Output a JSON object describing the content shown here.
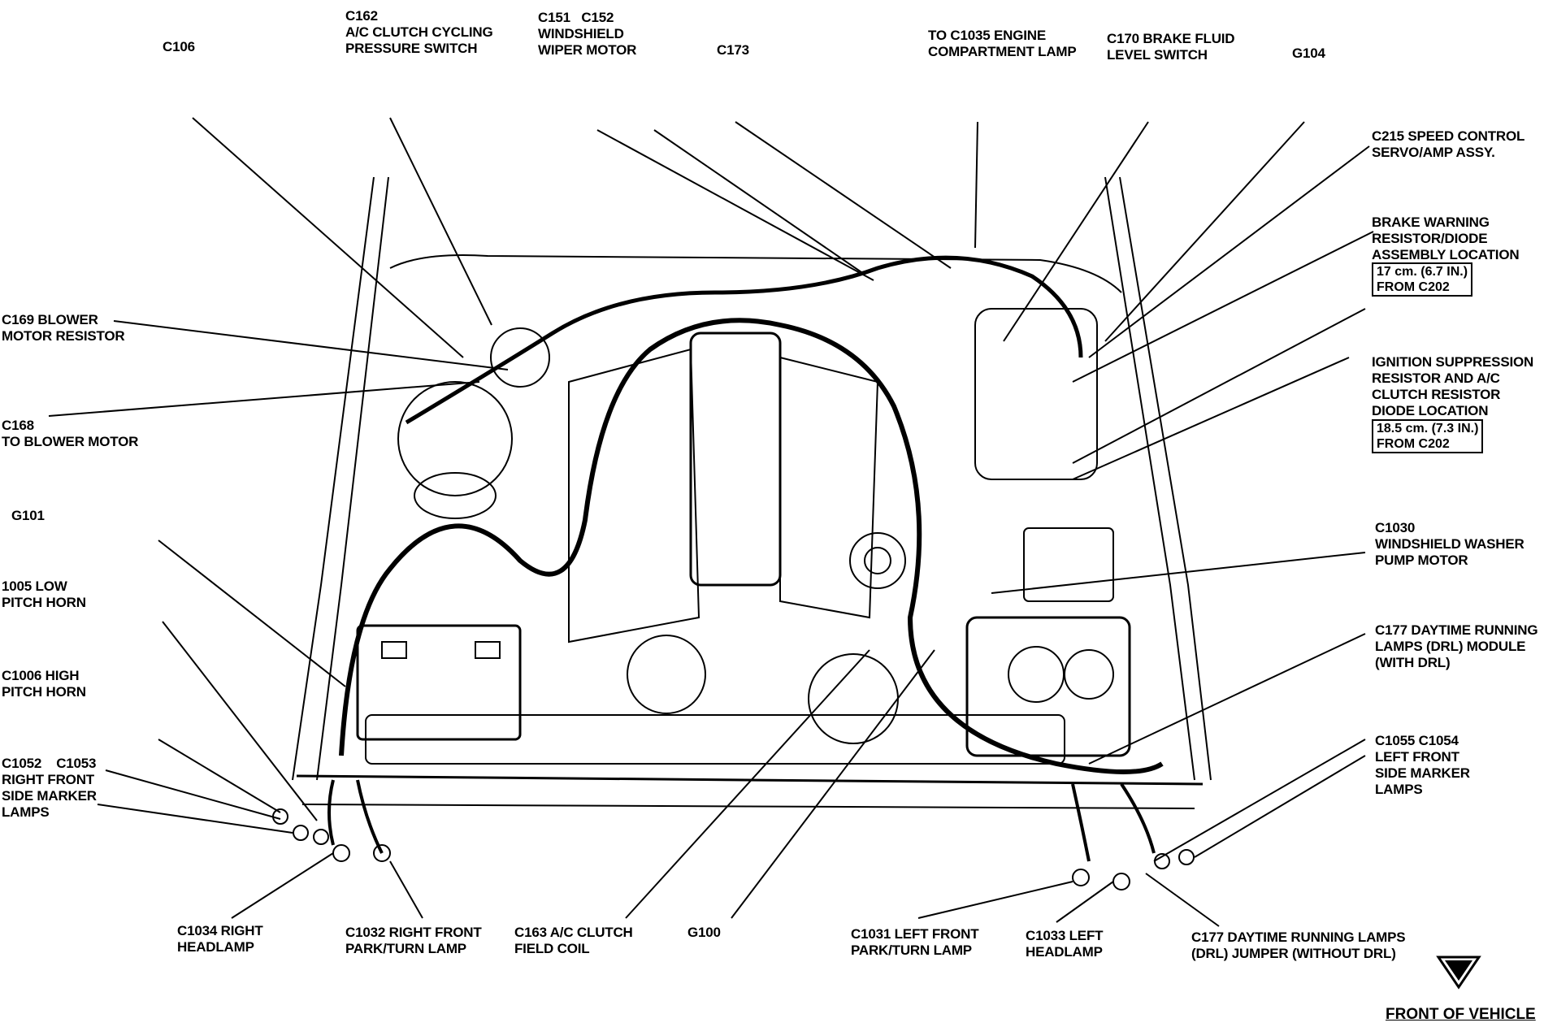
{
  "labels": {
    "c106": "C106",
    "c162": "C162\nA/C CLUTCH CYCLING\nPRESSURE SWITCH",
    "c151": "C151   C152\nWINDSHIELD\nWIPER MOTOR",
    "c173": "C173",
    "c1035": "TO C1035 ENGINE\nCOMPARTMENT LAMP",
    "c170": "C170 BRAKE FLUID\nLEVEL SWITCH",
    "g104": "G104",
    "c215": "C215 SPEED CONTROL\nSERVO/AMP ASSY.",
    "brake_warning": "BRAKE WARNING\nRESISTOR/DIODE\nASSEMBLY LOCATION",
    "brake_warning_box": "17 cm. (6.7 IN.)\nFROM C202",
    "ignition": "IGNITION SUPPRESSION\nRESISTOR AND A/C\nCLUTCH RESISTOR\nDIODE LOCATION",
    "ignition_box": "18.5 cm. (7.3 IN.)\nFROM C202",
    "c169": "C169 BLOWER\nMOTOR RESISTOR",
    "c168": "C168\nTO BLOWER MOTOR",
    "g101": "G101",
    "c1005": "1005 LOW\nPITCH HORN",
    "c1006": "C1006 HIGH\nPITCH HORN",
    "c1052": "C1052    C1053\nRIGHT FRONT\nSIDE MARKER\nLAMPS",
    "c1030": "C1030\nWINDSHIELD WASHER\nPUMP MOTOR",
    "c177_drl": "C177 DAYTIME RUNNING\nLAMPS (DRL) MODULE\n(WITH DRL)",
    "c1055": "C1055 C1054\nLEFT FRONT\nSIDE MARKER\nLAMPS",
    "c1034": "C1034 RIGHT\nHEADLAMP",
    "c1032": "C1032 RIGHT FRONT\nPARK/TURN LAMP",
    "c163": "C163 A/C CLUTCH\nFIELD COIL",
    "g100": "G100",
    "c1031": "C1031 LEFT FRONT\nPARK/TURN LAMP",
    "c1033": "C1033 LEFT\nHEADLAMP",
    "c177_jumper": "C177 DAYTIME RUNNING LAMPS\n(DRL) JUMPER (WITHOUT DRL)",
    "front": "FRONT OF VEHICLE"
  },
  "colors": {
    "ink": "#000000",
    "paper": "#ffffff"
  }
}
